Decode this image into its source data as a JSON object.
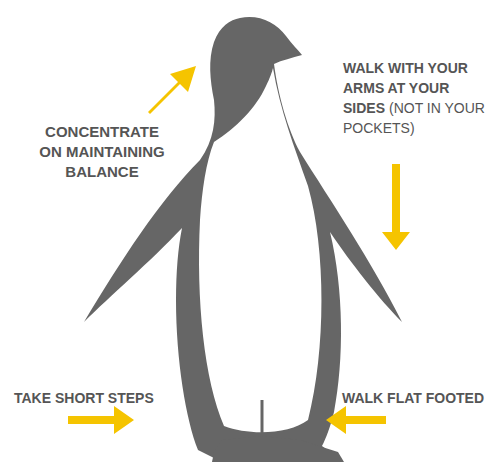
{
  "diagram": {
    "labels": [
      "CONCENTRATE ON MAINTAINING BALANCE",
      "WALK WITH YOUR ARMS AT YOUR SIDES",
      "(NOT IN YOUR POCKETS)",
      "TAKE SHORT STEPS",
      "WALK FLAT FOOTED"
    ]
  }
}
